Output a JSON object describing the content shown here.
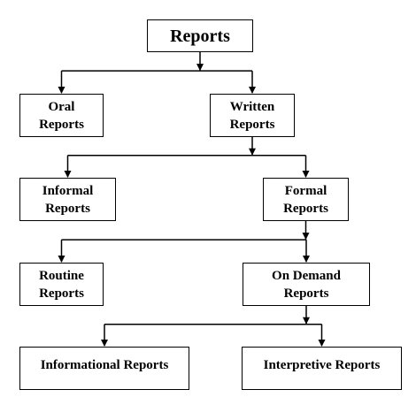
{
  "nodes": {
    "reports": {
      "line1": "Reports"
    },
    "oral": {
      "line1": "Oral",
      "line2": "Reports"
    },
    "written": {
      "line1": "Written",
      "line2": "Reports"
    },
    "informal": {
      "line1": "Informal",
      "line2": "Reports"
    },
    "formal": {
      "line1": "Formal",
      "line2": "Reports"
    },
    "routine": {
      "line1": "Routine",
      "line2": "Reports"
    },
    "on_demand": {
      "line1": "On Demand",
      "line2": "Reports"
    },
    "informational": {
      "line1": "Informational Reports"
    },
    "interpretive": {
      "line1": "Interpretive Reports"
    }
  },
  "edges": [
    {
      "from": "reports",
      "to": "oral"
    },
    {
      "from": "reports",
      "to": "written"
    },
    {
      "from": "written",
      "to": "informal"
    },
    {
      "from": "written",
      "to": "formal"
    },
    {
      "from": "formal",
      "to": "routine"
    },
    {
      "from": "formal",
      "to": "on_demand"
    },
    {
      "from": "on_demand",
      "to": "informational"
    },
    {
      "from": "on_demand",
      "to": "interpretive"
    }
  ]
}
